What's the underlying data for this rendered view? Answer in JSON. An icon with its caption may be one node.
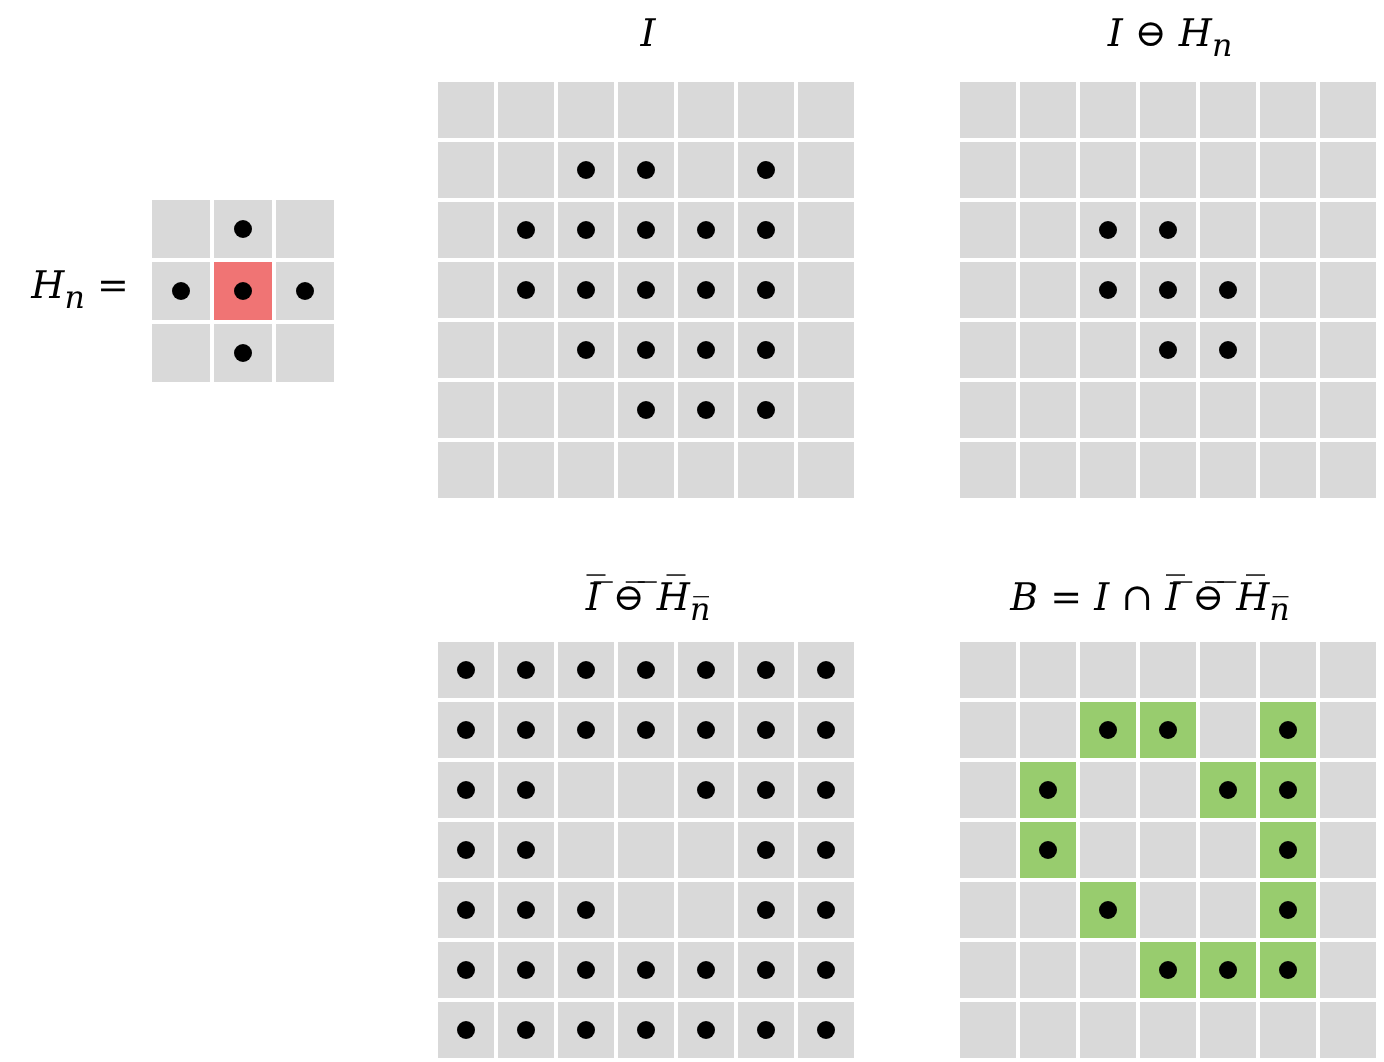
{
  "diagram": {
    "nodes": [
      {
        "text": [
          "H$_{n}$ ="
        ]
      },
      {
        "text": [
          "I"
        ]
      },
      {
        "text": [
          "I ⊖ H$_{n}$"
        ]
      },
      {
        "text": [
          "I̅ ̅⊖̅ ̅H̅$_{n̅}$"
        ]
      },
      {
        "text": [
          "B = I ∩ I̅ ̅⊖̅ ̅H̅$_{n̅}$"
        ]
      }
    ]
  }
}
